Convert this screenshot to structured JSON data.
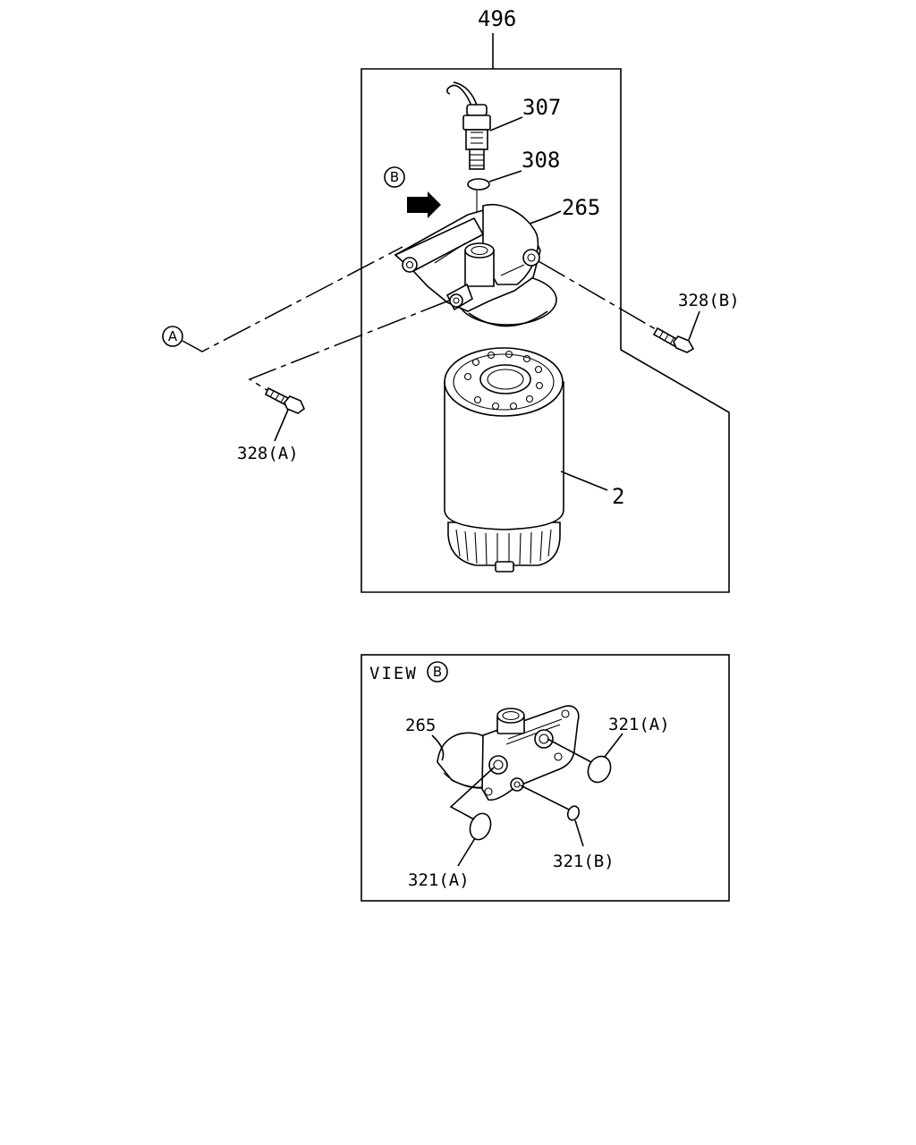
{
  "assembly": {
    "label": "496"
  },
  "callouts": {
    "sensor": "307",
    "oring_top": "308",
    "head": "265",
    "element": "2",
    "bolt_b": "328(B)",
    "bolt_a": "328(A)"
  },
  "refs": {
    "a": "A",
    "b": "B"
  },
  "view_b": {
    "title_prefix": "VIEW",
    "title_ref": "B",
    "head": "265",
    "oring_a_top": "321(A)",
    "oring_a_bottom": "321(A)",
    "oring_b": "321(B)"
  }
}
